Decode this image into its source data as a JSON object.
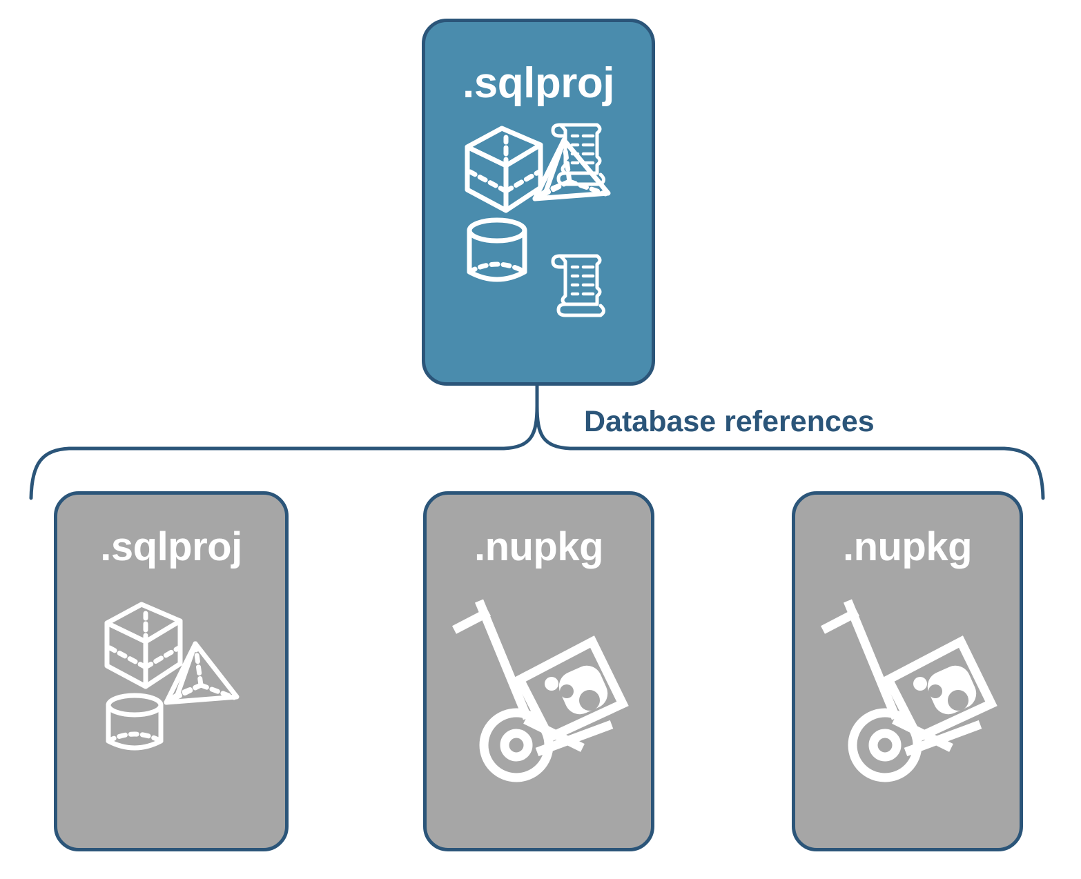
{
  "diagram": {
    "title_text": "Database references",
    "colors": {
      "card_blue": "#4a8cad",
      "card_gray": "#a6a6a6",
      "border_navy": "#2b5579",
      "label_navy": "#2b5579",
      "icon_white": "#ffffff",
      "background": "#ffffff"
    },
    "root": {
      "label": ".sqlproj",
      "fill": "#4a8cad",
      "icons": [
        "cube-icon",
        "scroll-icon",
        "pyramid-icon",
        "cylinder-icon",
        "scroll-icon"
      ]
    },
    "connector": {
      "label": "Database references",
      "style": "curly-brace",
      "direction": "down"
    },
    "children": [
      {
        "label": ".sqlproj",
        "fill": "#a6a6a6",
        "icons": [
          "cube-icon",
          "pyramid-icon",
          "cylinder-icon"
        ]
      },
      {
        "label": ".nupkg",
        "fill": "#a6a6a6",
        "icons": [
          "hand-truck-package-icon"
        ]
      },
      {
        "label": ".nupkg",
        "fill": "#a6a6a6",
        "icons": [
          "hand-truck-package-icon"
        ]
      }
    ]
  }
}
